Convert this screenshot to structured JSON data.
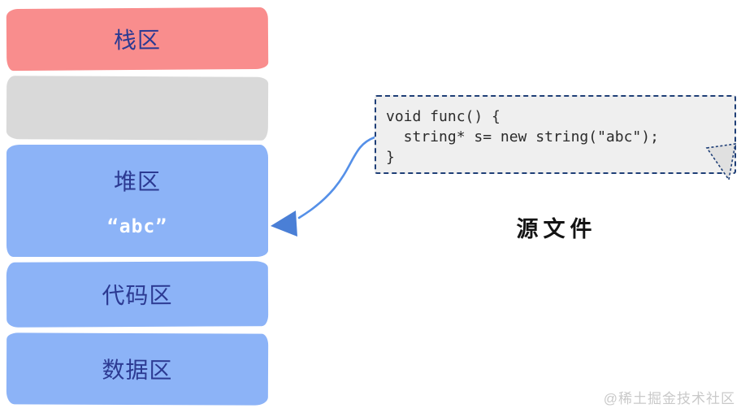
{
  "diagram": {
    "memory_regions": [
      {
        "name": "stack",
        "label": "栈区",
        "color": "#f98d8d"
      },
      {
        "name": "reserved",
        "label": "",
        "color": "#d9d9d9"
      },
      {
        "name": "heap",
        "label": "堆区",
        "value": "“abc”",
        "color": "#8cb3f7"
      },
      {
        "name": "code",
        "label": "代码区",
        "color": "#8cb3f7"
      },
      {
        "name": "data",
        "label": "数据区",
        "color": "#8cb3f7"
      }
    ],
    "code_note": {
      "lines": [
        "void func() {",
        "  string* s= new string(\"abc\");",
        "}"
      ],
      "caption": "源文件",
      "background": "#efefef",
      "border_color": "#1f3f77"
    },
    "arrow_color": "#5590e8",
    "label_color": "#2c3a92",
    "watermark": "@稀土掘金技术社区"
  }
}
